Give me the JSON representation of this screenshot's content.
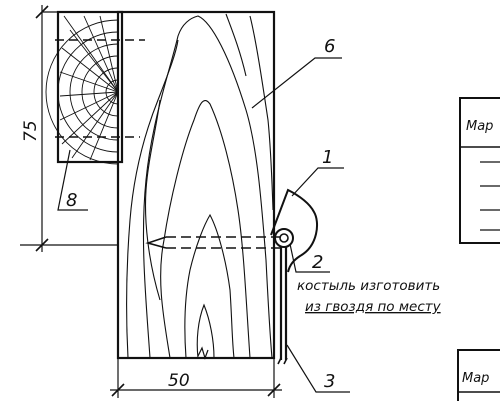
{
  "drawing": {
    "dimensions": {
      "height": "75",
      "width": "50"
    },
    "callouts": [
      "1",
      "2",
      "3",
      "6",
      "8"
    ],
    "note": {
      "line1": "костыль изготовить",
      "line2": "из гвоздя по месту"
    },
    "tables": [
      {
        "header": "Мар"
      },
      {
        "header": "Мар"
      }
    ]
  }
}
